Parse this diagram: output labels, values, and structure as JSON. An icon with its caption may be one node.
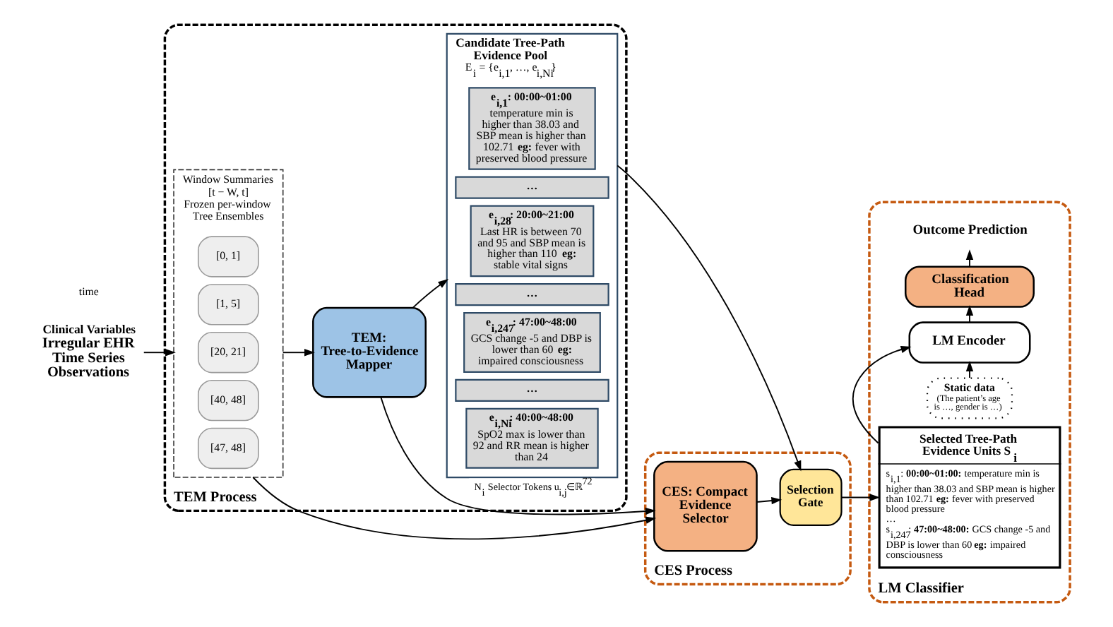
{
  "diagram": {
    "nodes": [
      {
        "text": [
          "Clinical Variables",
          "Irregular EHR Time Series Observations"
        ]
      },
      {
        "text": [
          "TEM Process"
        ]
      },
      {
        "text": [
          "Window Summaries [t − W, t]",
          "Frozen per-window Tree Ensembles"
        ],
        "in": 1
      },
      {
        "text": [
          "[0, 1]"
        ],
        "in": 2
      },
      {
        "text": [
          "[1, 5]"
        ],
        "in": 2
      },
      {
        "text": [
          "[20, 21]"
        ],
        "in": 2
      },
      {
        "text": [
          "[40, 48]"
        ],
        "in": 2
      },
      {
        "text": [
          "[47, 48]"
        ],
        "in": 2
      },
      {
        "text": [
          "TEM: Tree-to-Evidence Mapper"
        ],
        "in": 1
      },
      {
        "text": [
          "Candidate Tree-Path Evidence Pool",
          "E$_{i}$ = {e$_{i,1}$, …, e$_{i,Ni}$}"
        ],
        "in": 1
      },
      {
        "text": [
          "e$_{i,1}$: 00:00~01:00",
          "temperature min is higher than 38.03 and SBP mean is higher than 102.71 **eg:** fever with preserved blood pressure"
        ],
        "in": 9
      },
      {
        "text": [
          "…"
        ],
        "in": 9
      },
      {
        "text": [
          "e$_{i,28}$: 20:00~21:00",
          "Last HR is between 70 and 95 and SBP mean is higher than 110 **eg:** stable vital signs"
        ],
        "in": 9
      },
      {
        "text": [
          "…"
        ],
        "in": 9
      },
      {
        "text": [
          "e$_{i,247}$: 47:00~48:00",
          "GCS change -5 and DBP is lower than 60 **eg:** impaired consciousness"
        ],
        "in": 9
      },
      {
        "text": [
          "…"
        ],
        "in": 9
      },
      {
        "text": [
          "e$_{i,Ni}$: 40:00~48:00",
          "SpO2 max is lower than 92 and RR mean is higher than 24"
        ],
        "in": 9
      },
      {
        "text": [
          "CES Process"
        ]
      },
      {
        "text": [
          "CES: Compact Evidence Selector"
        ],
        "in": 17
      },
      {
        "text": [
          "Selection Gate"
        ],
        "in": 17
      },
      {
        "text": [
          "LM Classifier"
        ]
      },
      {
        "text": [
          "Outcome Prediction"
        ],
        "in": 20
      },
      {
        "text": [
          "Classification Head"
        ],
        "in": 20
      },
      {
        "text": [
          "LM Encoder"
        ],
        "in": 20
      },
      {
        "text": [
          "Static data",
          "(The patient’s age is …, gender is …)"
        ],
        "in": 20
      },
      {
        "text": [
          "Selected Tree-Path Evidence Units S$_{i}$",
          "s$_{i,1}$: **00:00~01:00:** temperature min is higher than 38.03 and SBP mean is higher than 102.71 **eg:** fever with preserved blood pressure",
          "…",
          "s$_{i,247}$: **47:00~48:00:** GCS change -5 and DBP is lower than 60 **eg:** impaired consciousness"
        ],
        "in": 20
      }
    ],
    "edges": [
      {
        "from": 0,
        "to": 2,
        "arrow": "to"
      },
      {
        "from": 2,
        "to": 8,
        "arrow": "to"
      },
      {
        "from": 8,
        "to": 9,
        "arrow": "to"
      },
      {
        "from": 2,
        "to": 18,
        "arrow": "to"
      },
      {
        "from": 8,
        "to": 18,
        "arrow": "to",
        "label": "N$_{i}$ Selector Tokens u$_{i,j}$∈ℝ$^{72}$"
      },
      {
        "from": 9,
        "to": 19,
        "arrow": "to"
      },
      {
        "from": 18,
        "to": 19,
        "arrow": "to"
      },
      {
        "from": 19,
        "to": 25,
        "arrow": "to"
      },
      {
        "from": 25,
        "to": 23,
        "arrow": "to"
      },
      {
        "from": 24,
        "to": 23,
        "arrow": "to"
      },
      {
        "from": 23,
        "to": 22,
        "arrow": "to"
      },
      {
        "from": 22,
        "to": 21,
        "arrow": "to"
      }
    ],
    "labels": [
      "time"
    ]
  }
}
